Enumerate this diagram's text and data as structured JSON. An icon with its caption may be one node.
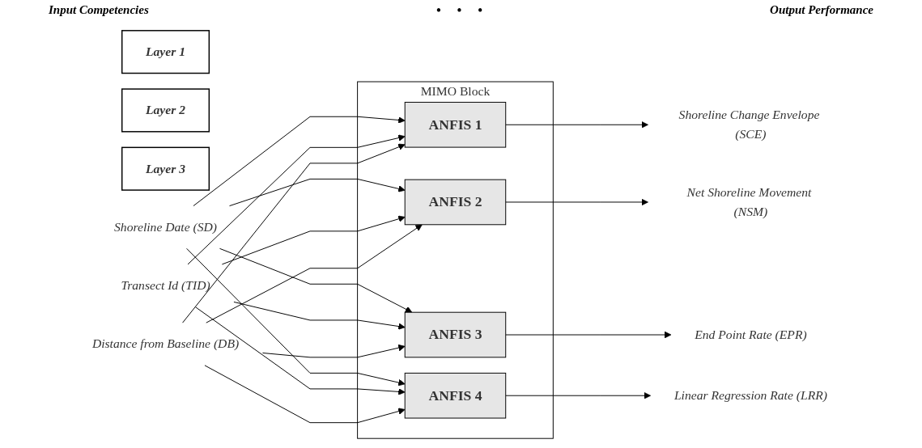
{
  "diagram": {
    "nodes": [
      {
        "text": [
          "Layer 1"
        ]
      },
      {
        "text": [
          "Layer 2"
        ]
      },
      {
        "text": [
          "Layer 3"
        ]
      },
      {
        "text": [
          "MIMO Block"
        ]
      },
      {
        "text": [
          "Shoreline Date (SD)"
        ]
      },
      {
        "text": [
          "Transect Id (TID)"
        ]
      },
      {
        "text": [
          "Distance from Baseline (DB)"
        ]
      },
      {
        "text": [
          "ANFIS 1"
        ],
        "in": 3
      },
      {
        "text": [
          "ANFIS 2"
        ],
        "in": 3
      },
      {
        "text": [
          "ANFIS 3"
        ],
        "in": 3
      },
      {
        "text": [
          "ANFIS 4"
        ],
        "in": 3
      },
      {
        "text": [
          "Shoreline Change Envelope (SCE)"
        ]
      },
      {
        "text": [
          "Net Shoreline Movement (NSM)"
        ]
      },
      {
        "text": [
          "End Point Rate (EPR)"
        ]
      },
      {
        "text": [
          "Linear Regression Rate (LRR)"
        ]
      }
    ],
    "edges": [
      {
        "from": 4,
        "to": 7,
        "arrow": "to"
      },
      {
        "from": 4,
        "to": 8,
        "arrow": "to"
      },
      {
        "from": 4,
        "to": 9,
        "arrow": "to"
      },
      {
        "from": 4,
        "to": 10,
        "arrow": "to"
      },
      {
        "from": 5,
        "to": 7,
        "arrow": "to"
      },
      {
        "from": 5,
        "to": 8,
        "arrow": "to"
      },
      {
        "from": 5,
        "to": 9,
        "arrow": "to"
      },
      {
        "from": 5,
        "to": 10,
        "arrow": "to"
      },
      {
        "from": 6,
        "to": 7,
        "arrow": "to"
      },
      {
        "from": 6,
        "to": 8,
        "arrow": "to"
      },
      {
        "from": 6,
        "to": 9,
        "arrow": "to"
      },
      {
        "from": 6,
        "to": 10,
        "arrow": "to"
      },
      {
        "from": 7,
        "to": 11,
        "arrow": "to"
      },
      {
        "from": 8,
        "to": 12,
        "arrow": "to"
      },
      {
        "from": 9,
        "to": 13,
        "arrow": "to"
      },
      {
        "from": 10,
        "to": 14,
        "arrow": "to"
      }
    ],
    "labels": [
      "Input Competencies",
      "Output Performance",
      "•",
      "•",
      "•"
    ]
  }
}
